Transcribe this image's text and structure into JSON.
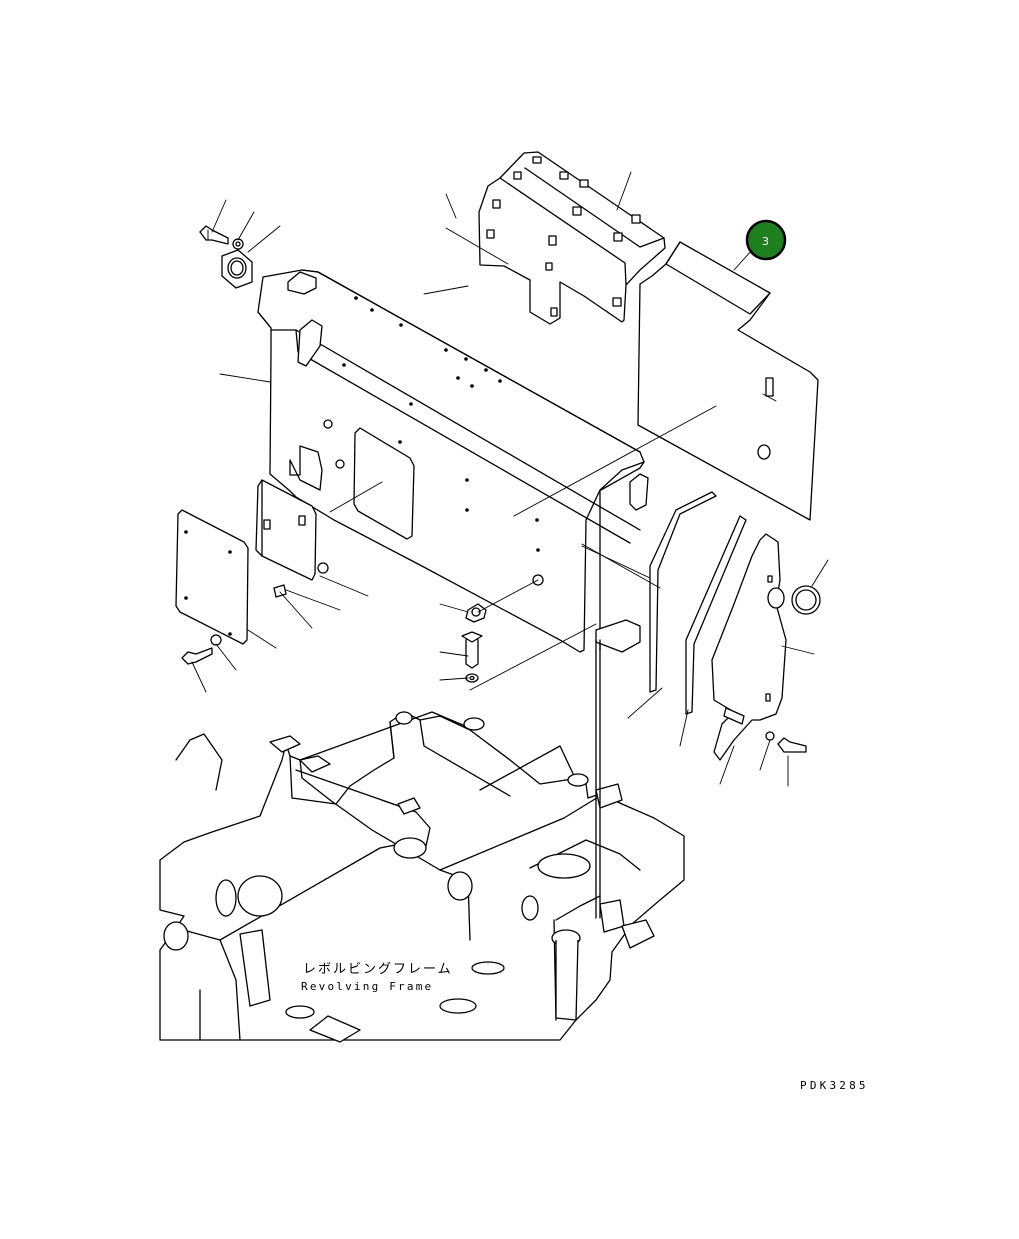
{
  "diagram": {
    "frame_label_jp": "レボルビングフレーム",
    "frame_label_en": "Revolving Frame",
    "drawing_code": "PDK3285",
    "callouts": [
      {
        "number": "3",
        "color": "#1e7f1e"
      }
    ]
  }
}
